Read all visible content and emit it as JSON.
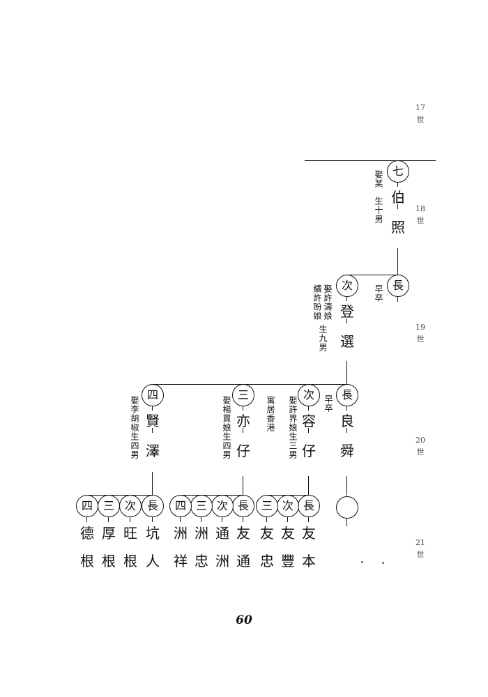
{
  "generations": [
    {
      "num": "17",
      "label": "世"
    },
    {
      "num": "18",
      "label": "世"
    },
    {
      "num": "19",
      "label": "世"
    },
    {
      "num": "20",
      "label": "世"
    },
    {
      "num": "21",
      "label": "世"
    }
  ],
  "gen18": {
    "person": {
      "order": "七",
      "name1": "伯",
      "name2": "照",
      "note1": "娶某",
      "note2": "生十男"
    }
  },
  "gen19": [
    {
      "order": "長",
      "name1": "",
      "name2": "",
      "note1": "早卒"
    },
    {
      "order": "次",
      "name1": "登",
      "name2": "選",
      "note1": "娶許濤娘",
      "note2": "續許盼娘",
      "note3": "生九男"
    }
  ],
  "gen20": [
    {
      "order": "長",
      "name1": "良",
      "name2": "舜",
      "note1": "早卒"
    },
    {
      "order": "次",
      "name1": "容",
      "name2": "仔",
      "note1": "娶許界娘生三男",
      "note2": "寓居香港"
    },
    {
      "order": "三",
      "name1": "亦",
      "name2": "仔",
      "note1": "娶楊買娘生四男"
    },
    {
      "order": "四",
      "name1": "賢",
      "name2": "澤",
      "note1": "娶李胡椒生四男"
    }
  ],
  "gen21": {
    "group_rongzai": [
      {
        "order": "長",
        "name1": "友",
        "name2": "本"
      },
      {
        "order": "次",
        "name1": "友",
        "name2": "豐"
      },
      {
        "order": "三",
        "name1": "友",
        "name2": "忠"
      }
    ],
    "group_yizai": [
      {
        "order": "長",
        "name1": "友",
        "name2": "通"
      },
      {
        "order": "次",
        "name1": "通",
        "name2": "洲"
      },
      {
        "order": "三",
        "name1": "洲",
        "name2": "忠"
      },
      {
        "order": "四",
        "name1": "洲",
        "name2": "祥"
      }
    ],
    "group_xianze": [
      {
        "order": "長",
        "name1": "坑",
        "name2": "人"
      },
      {
        "order": "次",
        "name1": "旺",
        "name2": "根"
      },
      {
        "order": "三",
        "name1": "厚",
        "name2": "根"
      },
      {
        "order": "四",
        "name1": "德",
        "name2": "根"
      }
    ]
  },
  "page_number": "60"
}
